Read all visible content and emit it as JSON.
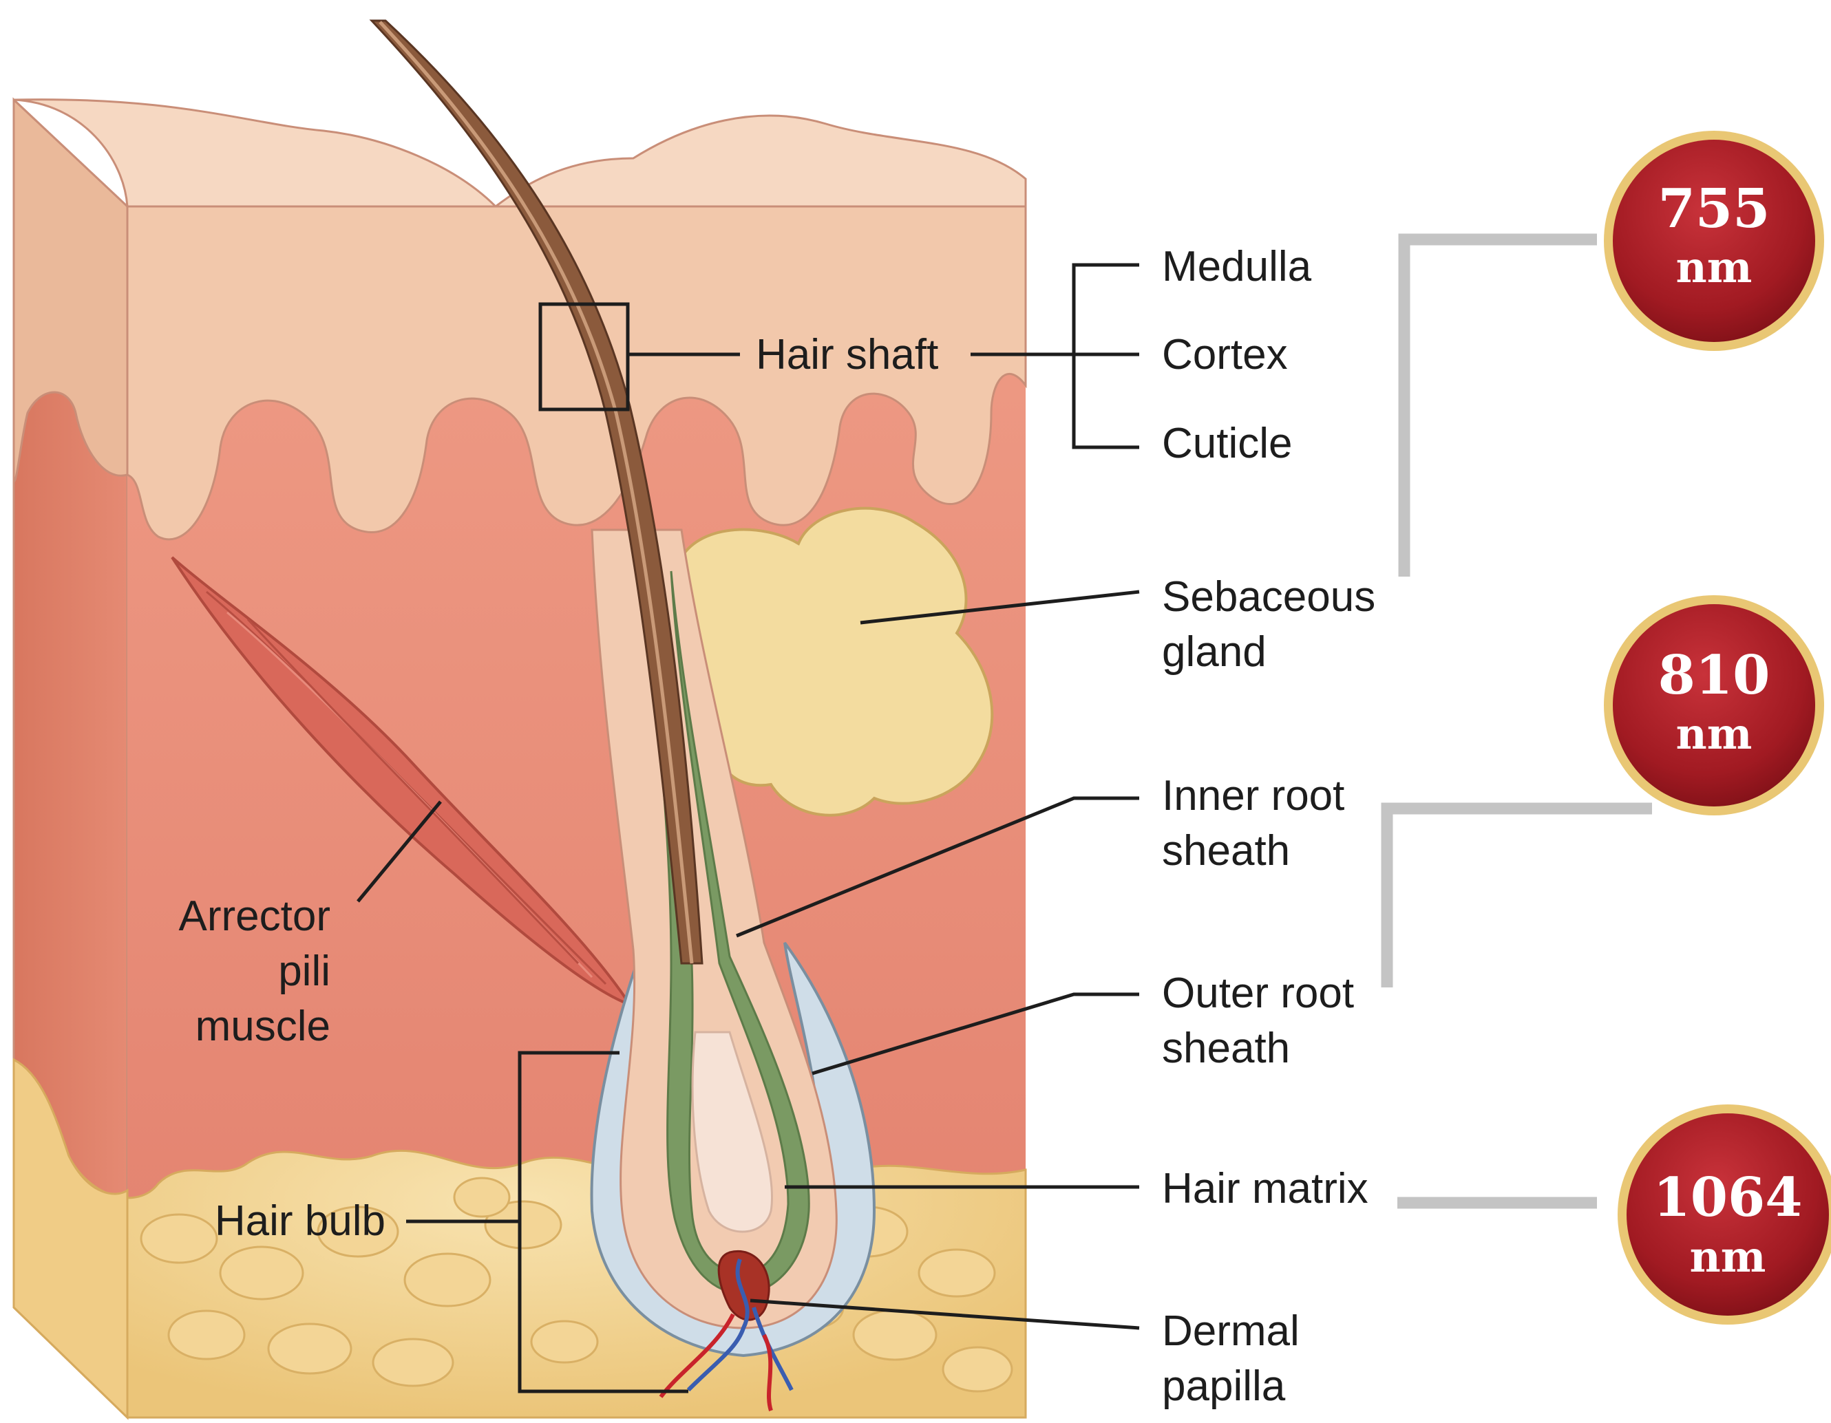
{
  "labels": {
    "hair_shaft": "Hair shaft",
    "medulla": "Medulla",
    "cortex": "Cortex",
    "cuticle": "Cuticle",
    "sebaceous_1": "Sebaceous",
    "sebaceous_2": "gland",
    "inner_root_1": "Inner root",
    "inner_root_2": "sheath",
    "outer_root_1": "Outer root",
    "outer_root_2": "sheath",
    "hair_matrix": "Hair matrix",
    "dermal_1": "Dermal",
    "dermal_2": "papilla",
    "arrector_1": "Arrector",
    "arrector_2": "pili",
    "arrector_3": "muscle",
    "hair_bulb": "Hair bulb"
  },
  "badges": [
    {
      "value": "755",
      "unit": "nm"
    },
    {
      "value": "810",
      "unit": "nm"
    },
    {
      "value": "1064",
      "unit": "nm"
    }
  ],
  "colors": {
    "epidermis": "#f2c8ab",
    "dermis": "#eb8f7a",
    "fat": "#f2d08e",
    "gland": "#f3dc9f",
    "hair": "#8b5a3c",
    "muscle": "#d9685a",
    "sheath_green": "#7a9a63",
    "sheath_blue": "#cfdde8",
    "badge_red": "#a81c24",
    "badge_ring": "#e9c774",
    "connector": "#c4c4c4"
  }
}
